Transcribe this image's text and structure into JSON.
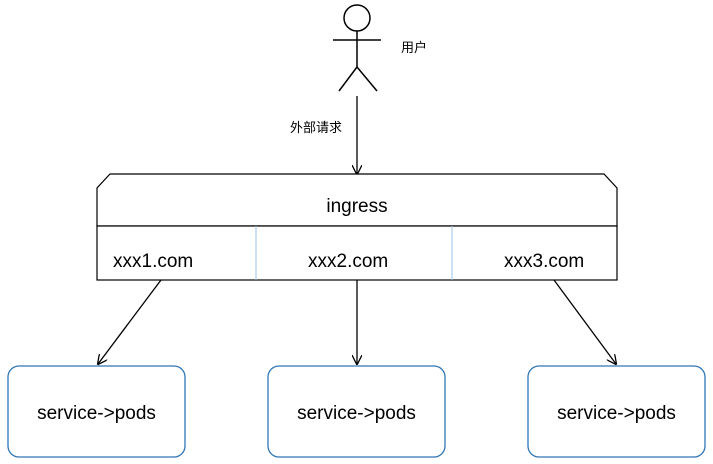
{
  "user": {
    "label": "用户",
    "icon": "stick-figure-user-icon"
  },
  "request": {
    "label": "外部请求"
  },
  "ingress": {
    "title": "ingress",
    "hosts": [
      "xxx1.com",
      "xxx2.com",
      "xxx3.com"
    ]
  },
  "services": [
    {
      "label": "service->pods"
    },
    {
      "label": "service->pods"
    },
    {
      "label": "service->pods"
    }
  ],
  "colors": {
    "line": "#000000",
    "service_border": "#2e75b6",
    "host_divider": "#9dc3e6"
  }
}
